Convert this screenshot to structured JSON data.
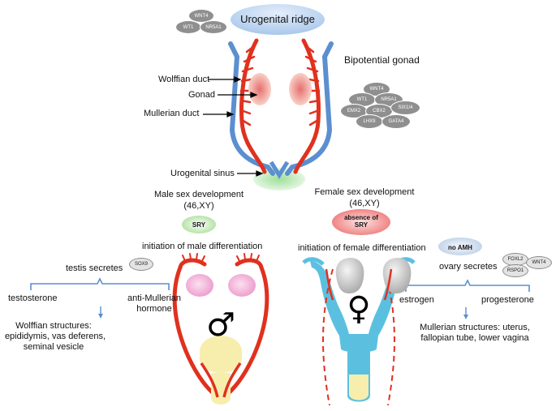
{
  "top": {
    "ridge": "Urogenital ridge",
    "ridge_factors": [
      "WNT4",
      "WT1",
      "NR5A1"
    ],
    "bipotential": "Bipotential gonad",
    "bipotential_factors": [
      "WNT4",
      "WT1",
      "NR5A1",
      "EMX2",
      "CBX2",
      "SIX1/4",
      "LHX9",
      "GATA4"
    ],
    "wolffian": "Wolffian duct",
    "gonad": "Gonad",
    "mullerian": "Mullerian duct",
    "sinus": "Urogenital sinus"
  },
  "male": {
    "title": "Male sex development",
    "karyotype": "(46,XY)",
    "gene": "SRY",
    "initiation": "initiation of male differentiation",
    "secretes": "testis secretes",
    "factor": "SOX9",
    "hormone1": "testosterone",
    "hormone2_line1": "anti-Mullerian",
    "hormone2_line2": "hormone",
    "result_line1": "Wolffian structures:",
    "result_line2": "epididymis, vas deferens,",
    "result_line3": "seminal vesicle",
    "symbol": "♂"
  },
  "female": {
    "title": "Female sex development",
    "karyotype": "(46,XY)",
    "gene_line1": "absence of",
    "gene_line2": "SRY",
    "initiation": "initiation of female differentiation",
    "no_amh": "no AMH",
    "secretes": "ovary secretes",
    "factors": [
      "FOXL2",
      "WNT4",
      "RSPO1"
    ],
    "hormone1": "estrogen",
    "hormone2": "progesterone",
    "result_line1": "Mullerian structures: uterus,",
    "result_line2": "fallopian tube, lower vagina",
    "symbol": "♀"
  },
  "colors": {
    "wolffian_red": "#e0311f",
    "mullerian_blue": "#5b8fd0",
    "female_blue": "#5bc0e0",
    "gonad_pink": "#f6b3b0",
    "testis_pink": "#f2a6d2",
    "sinus_green": "#bfe8bc",
    "prostate_yellow": "#f7eeae",
    "ridge_blue": "#bcd5f0",
    "bracket_blue": "#5b8fd0"
  }
}
